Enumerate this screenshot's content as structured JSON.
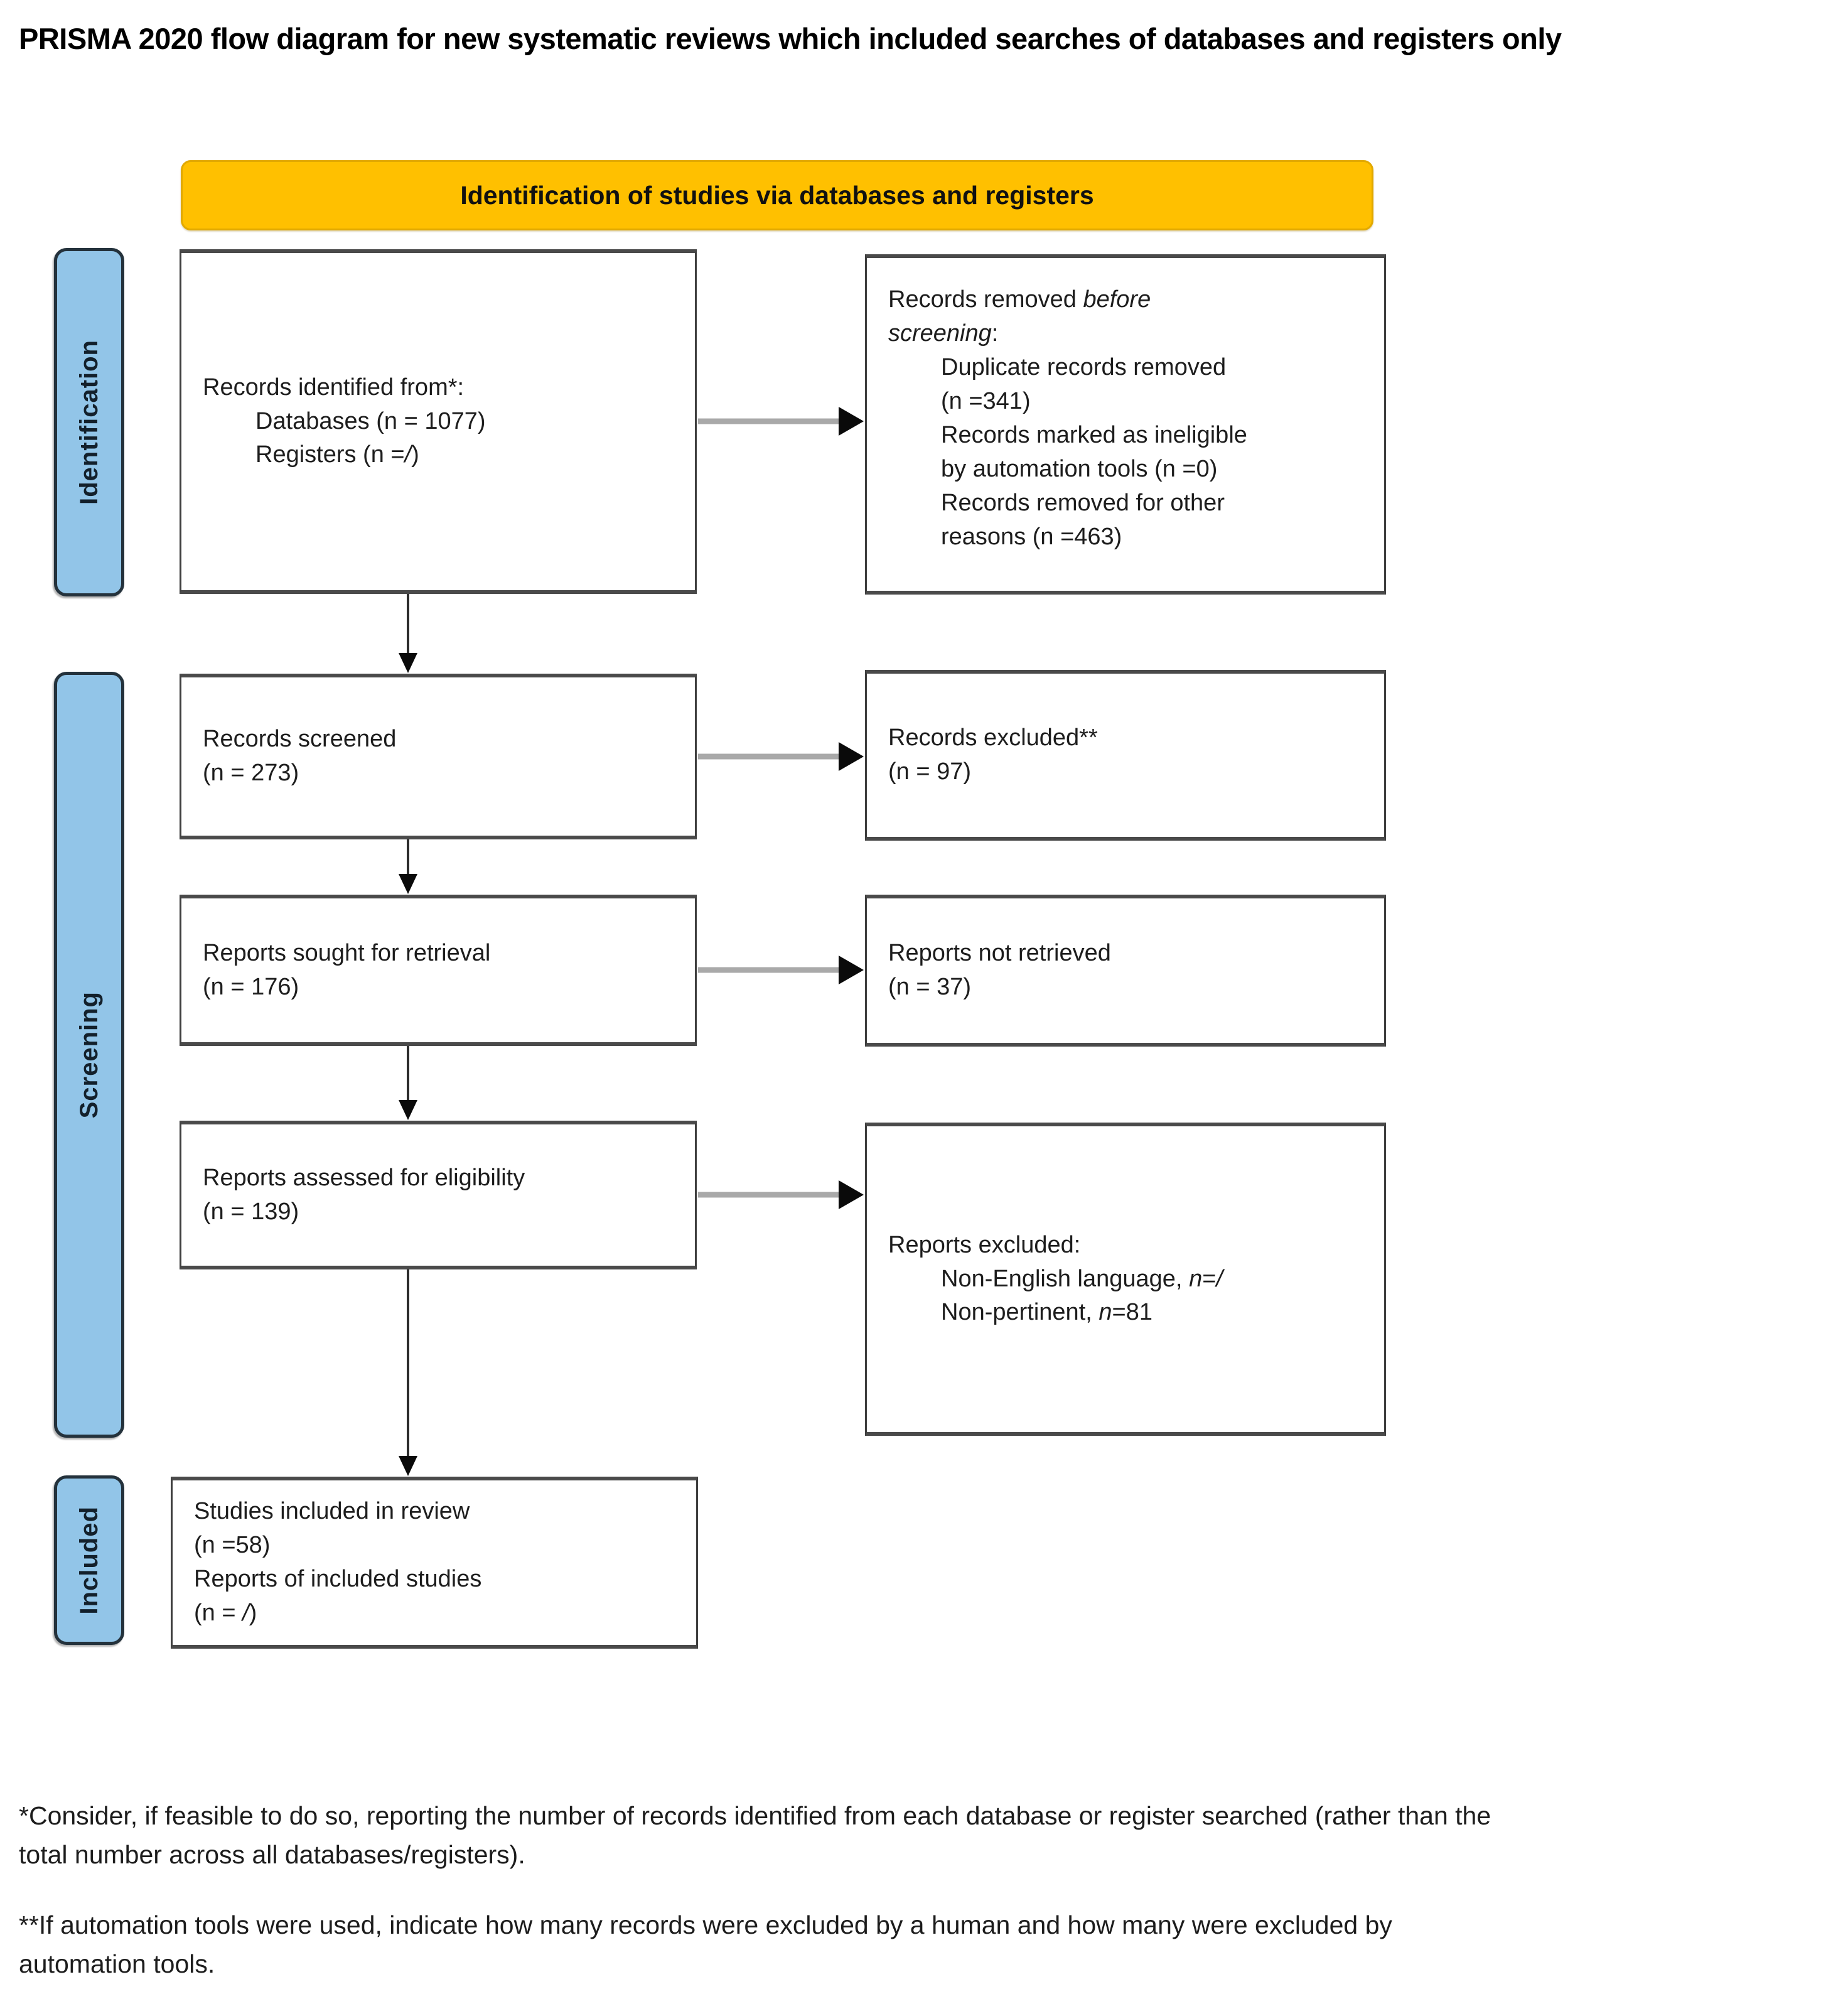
{
  "title": "PRISMA 2020 flow diagram for new systematic reviews which included searches of databases and registers only",
  "banner": {
    "label": "Identification of studies via databases and registers",
    "bg_color": "#FFC000"
  },
  "sidebar": {
    "bg_color": "#92C5E8",
    "identification": "Identification",
    "screening": "Screening",
    "included": "Included"
  },
  "boxes": {
    "records_identified": {
      "lines": [
        {
          "segs": [
            {
              "t": "Records identified from*:"
            }
          ]
        },
        {
          "ind": 1,
          "segs": [
            {
              "t": "Databases (n = 1077)"
            }
          ]
        },
        {
          "ind": 1,
          "segs": [
            {
              "t": "Registers (n ="
            },
            {
              "t": "/",
              "i": 1
            },
            {
              "t": ")"
            }
          ]
        }
      ]
    },
    "records_removed": {
      "lines": [
        {
          "segs": [
            {
              "t": "Records removed "
            },
            {
              "t": "before",
              "i": 1
            }
          ]
        },
        {
          "segs": [
            {
              "t": "screening",
              "i": 1
            },
            {
              "t": ":"
            }
          ]
        },
        {
          "ind": 1,
          "segs": [
            {
              "t": "Duplicate records removed"
            }
          ]
        },
        {
          "ind": 1,
          "segs": [
            {
              "t": "(n =341)"
            }
          ]
        },
        {
          "ind": 1,
          "segs": [
            {
              "t": "Records marked as ineligible"
            }
          ]
        },
        {
          "ind": 1,
          "segs": [
            {
              "t": "by automation tools (n =0)"
            }
          ]
        },
        {
          "ind": 1,
          "segs": [
            {
              "t": "Records removed for other"
            }
          ]
        },
        {
          "ind": 1,
          "segs": [
            {
              "t": "reasons (n =463)"
            }
          ]
        }
      ]
    },
    "records_screened": {
      "lines": [
        {
          "segs": [
            {
              "t": "Records screened"
            }
          ]
        },
        {
          "segs": [
            {
              "t": "(n = 273)"
            }
          ]
        }
      ]
    },
    "records_excluded": {
      "lines": [
        {
          "segs": [
            {
              "t": "Records excluded**"
            }
          ]
        },
        {
          "segs": [
            {
              "t": "(n = 97)"
            }
          ]
        }
      ]
    },
    "reports_sought": {
      "lines": [
        {
          "segs": [
            {
              "t": "Reports sought for retrieval"
            }
          ]
        },
        {
          "segs": [
            {
              "t": "(n = 176)"
            }
          ]
        }
      ]
    },
    "reports_not_retrieved": {
      "lines": [
        {
          "segs": [
            {
              "t": "Reports not retrieved"
            }
          ]
        },
        {
          "segs": [
            {
              "t": "(n = 37)"
            }
          ]
        }
      ]
    },
    "reports_assessed": {
      "lines": [
        {
          "segs": [
            {
              "t": "Reports assessed for eligibility"
            }
          ]
        },
        {
          "segs": [
            {
              "t": "(n = 139)"
            }
          ]
        }
      ]
    },
    "reports_excluded": {
      "lines": [
        {
          "segs": [
            {
              "t": "Reports excluded:"
            }
          ]
        },
        {
          "ind": 1,
          "segs": [
            {
              "t": "Non-English language, "
            },
            {
              "t": "n",
              "i": 1
            },
            {
              "t": "="
            },
            {
              "t": "/",
              "i": 1
            }
          ]
        },
        {
          "ind": 1,
          "segs": [
            {
              "t": "Non-pertinent, "
            },
            {
              "t": "n",
              "i": 1
            },
            {
              "t": "=81"
            }
          ]
        }
      ]
    },
    "studies_included": {
      "lines": [
        {
          "segs": [
            {
              "t": "Studies included in review"
            }
          ]
        },
        {
          "segs": [
            {
              "t": "(n =58)"
            }
          ]
        },
        {
          "segs": [
            {
              "t": "Reports of included studies"
            }
          ]
        },
        {
          "segs": [
            {
              "t": "(n = "
            },
            {
              "t": "/",
              "i": 1
            },
            {
              "t": ")"
            }
          ]
        }
      ]
    }
  },
  "footnotes": {
    "note1_line1": "*Consider, if feasible to do so, reporting the number of records identified from each database or register searched (rather than the",
    "note1_line2": "total number across all databases/registers).",
    "note2_line1": "**If automation tools were used, indicate how many records were excluded by a human and how many were excluded by",
    "note2_line2": "automation tools."
  }
}
